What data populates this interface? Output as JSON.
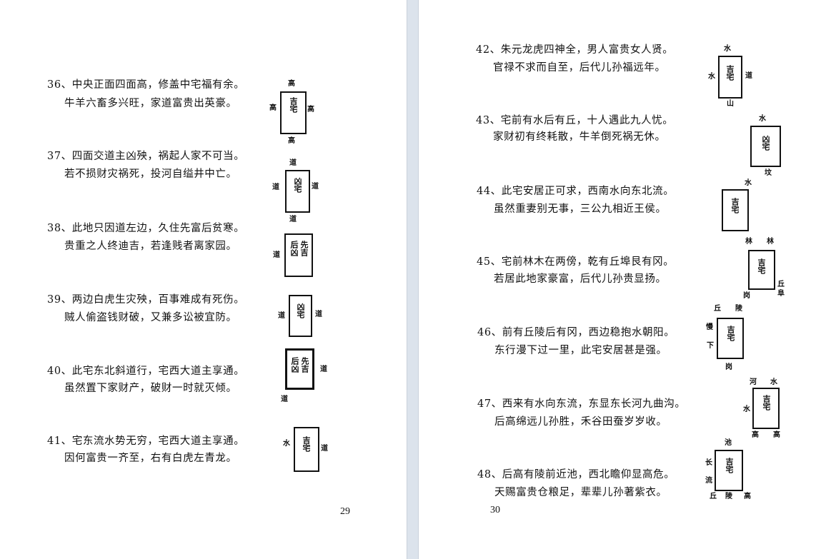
{
  "left": {
    "page_number": "29",
    "entries": [
      {
        "line1": "36、中央正面四面高，修盖中宅福有余。",
        "line2": "牛羊六畜多兴旺，家道富贵出英豪。",
        "diagram": {
          "inner": [
            "吉宅"
          ],
          "labels": [
            "高",
            "高",
            "高",
            "高"
          ]
        }
      },
      {
        "line1": "37、四面交道主凶殃，祸起人家不可当。",
        "line2": "若不损财灾祸死，投河自缢井中亡。",
        "diagram": {
          "inner": [
            "凶宅"
          ],
          "labels": [
            "道",
            "道",
            "道",
            "道"
          ]
        }
      },
      {
        "line1": "38、此地只因道左边，久住先富后贫寒。",
        "line2": "贵重之人终迪吉，若逢贱者离家园。",
        "diagram": {
          "inner": [
            "先吉",
            "后凶"
          ],
          "labels": [
            "道"
          ]
        }
      },
      {
        "line1": "39、两边白虎生灾殃，百事难成有死伤。",
        "line2": "贼人偷盗钱财破，又兼多讼被宜防。",
        "diagram": {
          "inner": [
            "凶宅"
          ],
          "labels": [
            "道",
            "道"
          ]
        }
      },
      {
        "line1": "40、此宅东北斜道行，宅西大道主享通。",
        "line2": "虽然置下家财产，破财一时就灭倾。",
        "diagram": {
          "inner": [
            "先吉",
            "后凶"
          ],
          "labels": [
            "道",
            "道"
          ]
        }
      },
      {
        "line1": "41、宅东流水势无穷，宅西大道主享通。",
        "line2": "因何富贵一齐至，右有白虎左青龙。",
        "diagram": {
          "inner": [
            "吉宅"
          ],
          "labels": [
            "水",
            "道"
          ]
        }
      }
    ]
  },
  "right": {
    "page_number": "30",
    "entries": [
      {
        "line1": "42、朱元龙虎四神全，男人富贵女人贤。",
        "line2": "官禄不求而自至，后代儿孙福远年。",
        "diagram": {
          "inner": [
            "吉宅"
          ],
          "labels": [
            "水",
            "水",
            "道",
            "山"
          ]
        }
      },
      {
        "line1": "43、宅前有水后有丘，十人遇此九人忧。",
        "line2": "家财初有终耗散，牛羊倒死祸无休。",
        "diagram": {
          "inner": [
            "凶宅"
          ],
          "labels": [
            "水",
            "坟"
          ]
        }
      },
      {
        "line1": "44、此宅安居正可求，西南水向东北流。",
        "line2": "虽然重妻别无事，三公九相近王侯。",
        "diagram": {
          "inner": [
            "吉宅"
          ],
          "labels": [
            "水"
          ]
        }
      },
      {
        "line1": "45、宅前林木在两傍，乾有丘埠艮有冈。",
        "line2": "若居此地家豪富，后代儿孙贵显扬。",
        "diagram": {
          "inner": [
            "吉宅"
          ],
          "labels": [
            "林",
            "林",
            "丘",
            "阜",
            "岗"
          ]
        }
      },
      {
        "line1": "46、前有丘陵后有冈，西边稳抱水朝阳。",
        "line2": "东行漫下过一里，此宅安居甚是强。",
        "diagram": {
          "inner": [
            "吉宅"
          ],
          "labels": [
            "丘",
            "陵",
            "慢",
            "下",
            "岗"
          ]
        }
      },
      {
        "line1": "47、西来有水向东流，东显东长河九曲沟。",
        "line2": "后高绵远儿孙胜，禾谷田蚕岁岁收。",
        "diagram": {
          "inner": [
            "吉宅"
          ],
          "labels": [
            "河",
            "水",
            "水",
            "高",
            "高"
          ]
        }
      },
      {
        "line1": "48、后高有陵前近池，西北瞻仰显高危。",
        "line2": "天赐富贵仓粮足，辈辈儿孙著紫衣。",
        "diagram": {
          "inner": [
            "吉宅"
          ],
          "labels": [
            "池",
            "长",
            "流",
            "丘",
            "陵",
            "高"
          ]
        }
      }
    ]
  }
}
